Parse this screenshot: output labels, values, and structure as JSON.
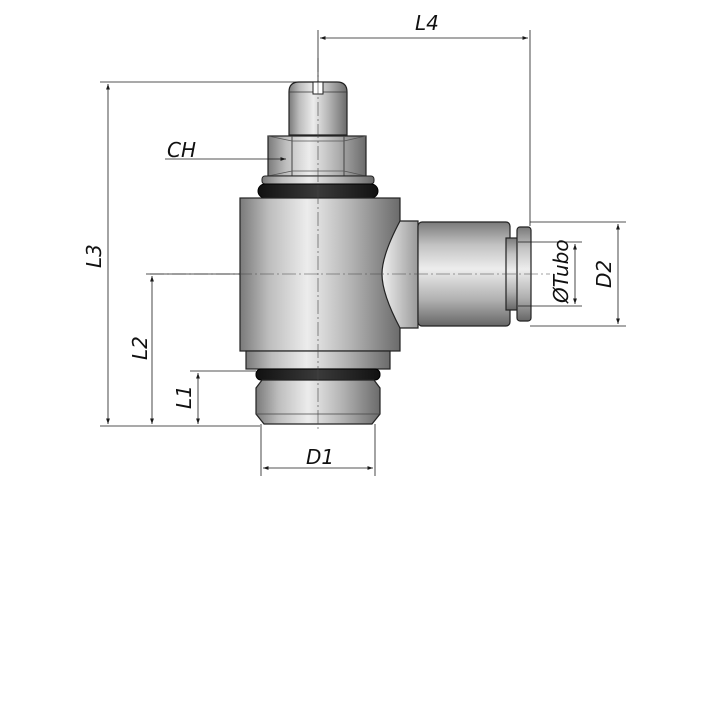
{
  "labels": {
    "L4": "L4",
    "L3": "L3",
    "CH": "CH",
    "L2": "L2",
    "L1": "L1",
    "D1": "D1",
    "D2": "D2",
    "tube": "ØTubo"
  },
  "colors": {
    "line": "#1a1a1a",
    "body_light": "#e2e2e2",
    "body_mid": "#a9a9a9",
    "body_dark": "#6a6a6a",
    "oring": "#1c1c1c",
    "background": "#ffffff"
  }
}
